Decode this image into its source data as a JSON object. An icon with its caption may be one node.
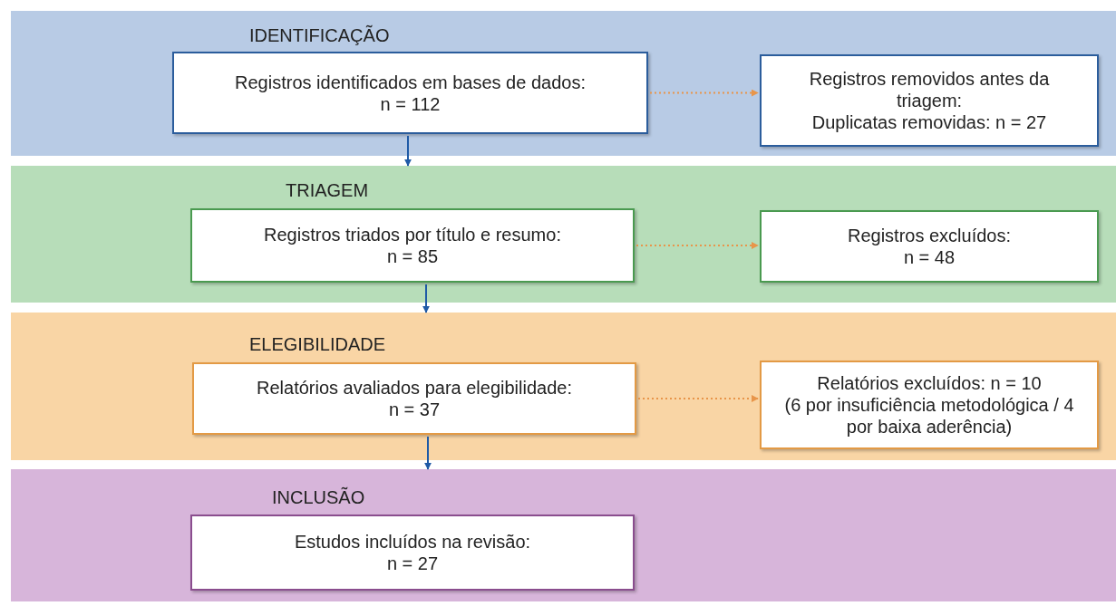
{
  "diagram": {
    "nodes": [
      {
        "text": [
          "IDENTIFICAÇÃO"
        ]
      },
      {
        "text": [
          "Registros identificados em bases de dados:",
          "n = 112"
        ],
        "in": 0
      },
      {
        "text": [
          "Registros removidos antes da triagem:",
          "Duplicatas removidas: n = 27"
        ],
        "in": 0
      },
      {
        "text": [
          "TRIAGEM"
        ]
      },
      {
        "text": [
          "Registros triados por título e resumo:",
          "n = 85"
        ],
        "in": 3
      },
      {
        "text": [
          "Registros excluídos:",
          "n = 48"
        ],
        "in": 3
      },
      {
        "text": [
          "ELEGIBILIDADE"
        ]
      },
      {
        "text": [
          "Relatórios avaliados para elegibilidade:",
          "n = 37"
        ],
        "in": 6
      },
      {
        "text": [
          "Relatórios excluídos: n = 10",
          "(6 por insuficiência metodológica / 4 por baixa aderência)"
        ],
        "in": 6
      },
      {
        "text": [
          "INCLUSÃO"
        ]
      },
      {
        "text": [
          "Estudos incluídos na revisão:",
          "n = 27"
        ],
        "in": 9
      }
    ],
    "edges": [
      {
        "from": 1,
        "to": 2,
        "arrow": "to",
        "style": "dashed",
        "color": "#e8954a"
      },
      {
        "from": 1,
        "to": 3,
        "arrow": "to",
        "color": "#1f5aa6"
      },
      {
        "from": 4,
        "to": 5,
        "arrow": "to",
        "style": "dashed",
        "color": "#e8954a"
      },
      {
        "from": 4,
        "to": 6,
        "arrow": "to",
        "color": "#1f5aa6"
      },
      {
        "from": 7,
        "to": 8,
        "arrow": "to",
        "style": "dashed",
        "color": "#e8954a"
      },
      {
        "from": 7,
        "to": 9,
        "arrow": "to",
        "color": "#1f5aa6"
      }
    ]
  }
}
